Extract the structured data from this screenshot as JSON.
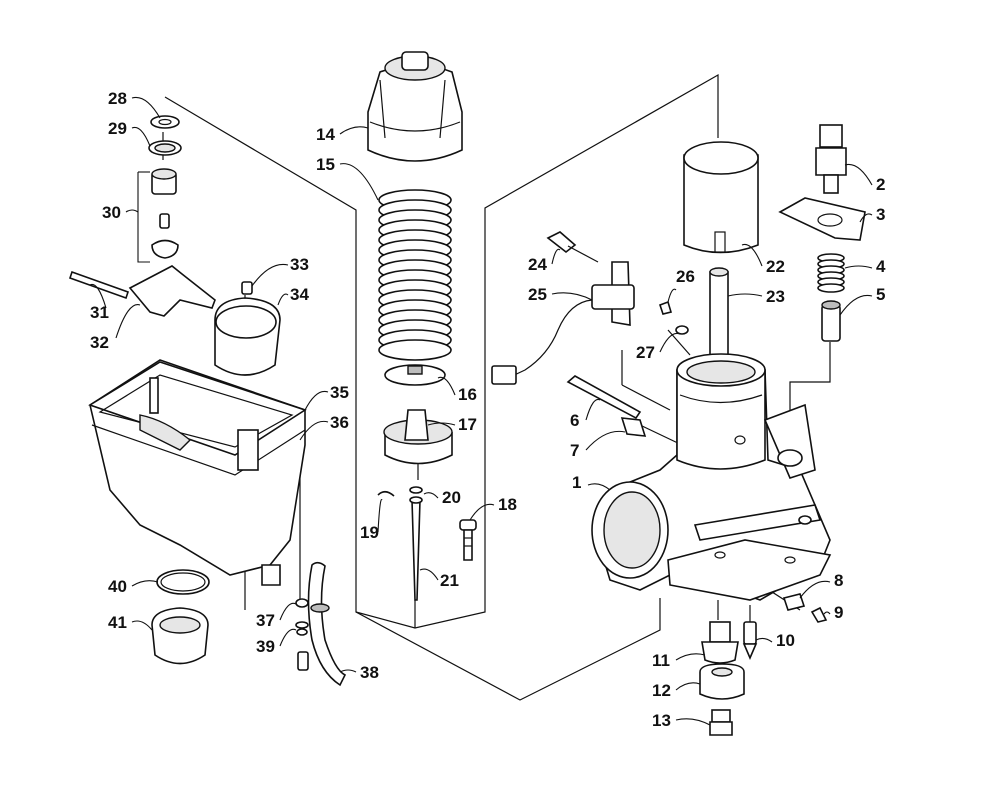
{
  "callouts": [
    {
      "id": "1",
      "label": "1"
    },
    {
      "id": "2",
      "label": "2"
    },
    {
      "id": "3",
      "label": "3"
    },
    {
      "id": "4",
      "label": "4"
    },
    {
      "id": "5",
      "label": "5"
    },
    {
      "id": "6",
      "label": "6"
    },
    {
      "id": "7",
      "label": "7"
    },
    {
      "id": "8",
      "label": "8"
    },
    {
      "id": "9",
      "label": "9"
    },
    {
      "id": "10",
      "label": "10"
    },
    {
      "id": "11",
      "label": "11"
    },
    {
      "id": "12",
      "label": "12"
    },
    {
      "id": "13",
      "label": "13"
    },
    {
      "id": "14",
      "label": "14"
    },
    {
      "id": "15",
      "label": "15"
    },
    {
      "id": "16",
      "label": "16"
    },
    {
      "id": "17",
      "label": "17"
    },
    {
      "id": "18",
      "label": "18"
    },
    {
      "id": "19",
      "label": "19"
    },
    {
      "id": "20",
      "label": "20"
    },
    {
      "id": "21",
      "label": "21"
    },
    {
      "id": "22",
      "label": "22"
    },
    {
      "id": "23",
      "label": "23"
    },
    {
      "id": "24",
      "label": "24"
    },
    {
      "id": "25",
      "label": "25"
    },
    {
      "id": "26",
      "label": "26"
    },
    {
      "id": "27",
      "label": "27"
    },
    {
      "id": "28",
      "label": "28"
    },
    {
      "id": "29",
      "label": "29"
    },
    {
      "id": "30",
      "label": "30"
    },
    {
      "id": "31",
      "label": "31"
    },
    {
      "id": "32",
      "label": "32"
    },
    {
      "id": "33",
      "label": "33"
    },
    {
      "id": "34",
      "label": "34"
    },
    {
      "id": "35",
      "label": "35"
    },
    {
      "id": "36",
      "label": "36"
    },
    {
      "id": "37",
      "label": "37"
    },
    {
      "id": "38",
      "label": "38"
    },
    {
      "id": "39",
      "label": "39"
    },
    {
      "id": "40",
      "label": "40"
    },
    {
      "id": "41",
      "label": "41"
    }
  ]
}
